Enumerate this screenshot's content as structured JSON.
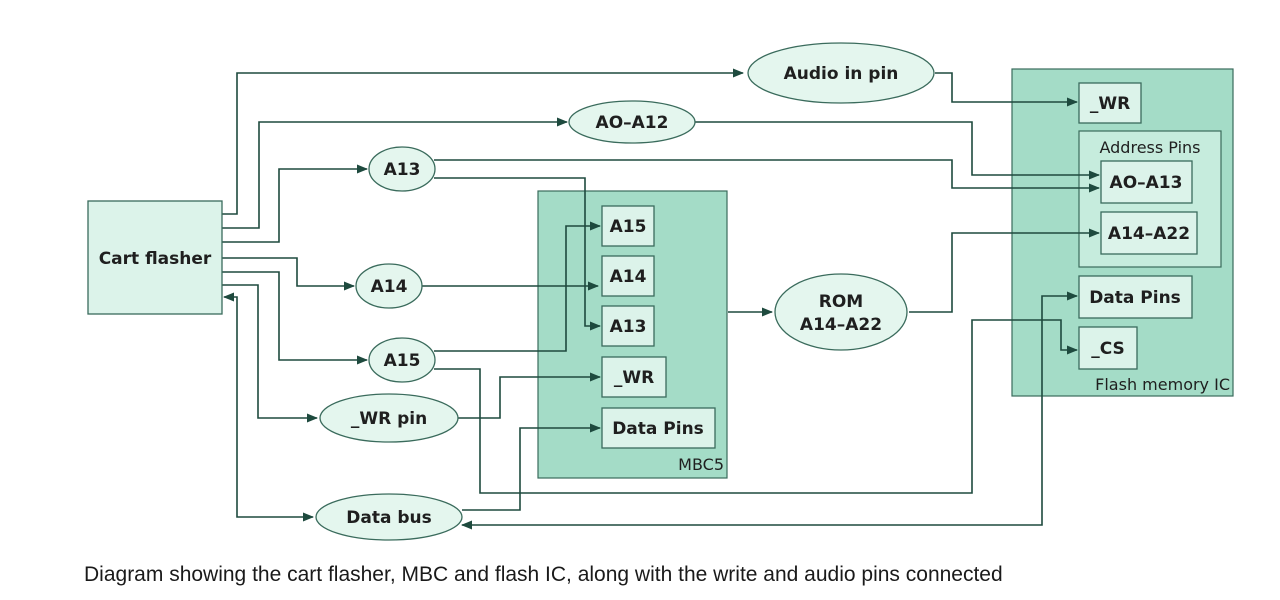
{
  "nodes": {
    "cart_flasher": "Cart flasher",
    "audio_in_pin": "Audio in pin",
    "a0_a12": "AO–A12",
    "a13": "A13",
    "a14": "A14",
    "a15": "A15",
    "wr_pin": "_WR pin",
    "data_bus": "Data bus",
    "rom_line1": "ROM",
    "rom_line2": "A14–A22"
  },
  "mbc": {
    "title": "MBC5",
    "pins": [
      "A15",
      "A14",
      "A13",
      "_WR",
      "Data Pins"
    ]
  },
  "flash": {
    "title": "Flash memory IC",
    "wr": "_WR",
    "address_group": "Address Pins",
    "addr_low": "AO–A13",
    "addr_high": "A14–A22",
    "data_pins": "Data Pins",
    "cs": "_CS"
  },
  "caption": "Diagram showing the cart flasher, MBC and flash IC, along with the write and audio pins connected"
}
